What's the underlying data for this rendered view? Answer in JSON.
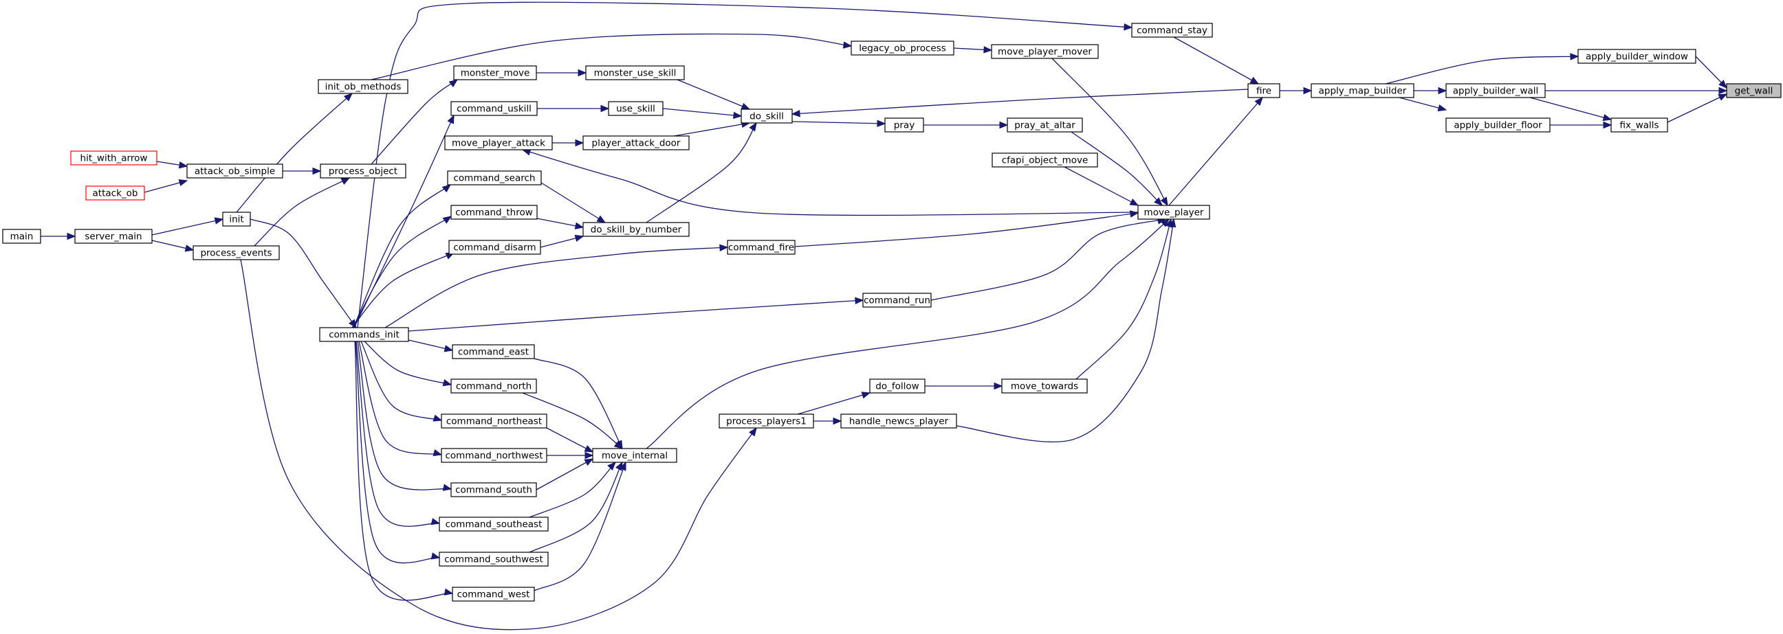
{
  "graph": {
    "direction": "right-to-left caller graph",
    "focus_function": "get_wall",
    "colors": {
      "edge": "#191970",
      "node_border": "#000000",
      "incomplete_border": "#ff0000",
      "focus_fill": "#bfbfbf"
    },
    "nodes": [
      {
        "id": "get_wall",
        "label": "get_wall",
        "style": "focus"
      },
      {
        "id": "apply_builder_window",
        "label": "apply_builder_window"
      },
      {
        "id": "apply_builder_wall",
        "label": "apply_builder_wall"
      },
      {
        "id": "fix_walls",
        "label": "fix_walls"
      },
      {
        "id": "apply_builder_floor",
        "label": "apply_builder_floor"
      },
      {
        "id": "apply_map_builder",
        "label": "apply_map_builder"
      },
      {
        "id": "fire",
        "label": "fire"
      },
      {
        "id": "command_stay",
        "label": "command_stay"
      },
      {
        "id": "move_player",
        "label": "move_player"
      },
      {
        "id": "commands_init",
        "label": "commands_init"
      },
      {
        "id": "init",
        "label": "init"
      },
      {
        "id": "server_main",
        "label": "server_main"
      },
      {
        "id": "main",
        "label": "main"
      },
      {
        "id": "command_fire",
        "label": "command_fire"
      },
      {
        "id": "command_run",
        "label": "command_run"
      },
      {
        "id": "move_internal",
        "label": "move_internal"
      },
      {
        "id": "command_east",
        "label": "command_east"
      },
      {
        "id": "command_north",
        "label": "command_north"
      },
      {
        "id": "command_northeast",
        "label": "command_northeast"
      },
      {
        "id": "command_northwest",
        "label": "command_northwest"
      },
      {
        "id": "command_south",
        "label": "command_south"
      },
      {
        "id": "command_southeast",
        "label": "command_southeast"
      },
      {
        "id": "command_southwest",
        "label": "command_southwest"
      },
      {
        "id": "command_west",
        "label": "command_west"
      },
      {
        "id": "move_player_mover",
        "label": "move_player_mover"
      },
      {
        "id": "legacy_ob_process",
        "label": "legacy_ob_process"
      },
      {
        "id": "init_ob_methods",
        "label": "init_ob_methods"
      },
      {
        "id": "pray_at_altar",
        "label": "pray_at_altar"
      },
      {
        "id": "pray",
        "label": "pray"
      },
      {
        "id": "do_skill",
        "label": "do_skill"
      },
      {
        "id": "monster_use_skill",
        "label": "monster_use_skill"
      },
      {
        "id": "monster_move",
        "label": "monster_move"
      },
      {
        "id": "process_object",
        "label": "process_object"
      },
      {
        "id": "attack_ob_simple",
        "label": "attack_ob_simple"
      },
      {
        "id": "hit_with_arrow",
        "label": "hit_with_arrow",
        "style": "incomplete"
      },
      {
        "id": "attack_ob",
        "label": "attack_ob",
        "style": "incomplete"
      },
      {
        "id": "process_events",
        "label": "process_events"
      },
      {
        "id": "use_skill",
        "label": "use_skill"
      },
      {
        "id": "command_uskill",
        "label": "command_uskill"
      },
      {
        "id": "player_attack_door",
        "label": "player_attack_door"
      },
      {
        "id": "move_player_attack",
        "label": "move_player_attack"
      },
      {
        "id": "do_skill_by_number",
        "label": "do_skill_by_number"
      },
      {
        "id": "command_search",
        "label": "command_search"
      },
      {
        "id": "command_throw",
        "label": "command_throw"
      },
      {
        "id": "command_disarm",
        "label": "command_disarm"
      },
      {
        "id": "cfapi_object_move",
        "label": "cfapi_object_move"
      },
      {
        "id": "move_towards",
        "label": "move_towards"
      },
      {
        "id": "do_follow",
        "label": "do_follow"
      },
      {
        "id": "process_players1",
        "label": "process_players1"
      },
      {
        "id": "handle_newcs_player",
        "label": "handle_newcs_player"
      }
    ],
    "edges": [
      [
        "apply_builder_window",
        "get_wall"
      ],
      [
        "apply_builder_wall",
        "get_wall"
      ],
      [
        "fix_walls",
        "get_wall"
      ],
      [
        "apply_map_builder",
        "apply_builder_window"
      ],
      [
        "apply_map_builder",
        "apply_builder_wall"
      ],
      [
        "apply_map_builder",
        "apply_builder_floor"
      ],
      [
        "apply_builder_wall",
        "fix_walls"
      ],
      [
        "apply_builder_floor",
        "fix_walls"
      ],
      [
        "fire",
        "apply_map_builder"
      ],
      [
        "command_stay",
        "fire"
      ],
      [
        "move_player",
        "fire"
      ],
      [
        "commands_init",
        "command_stay"
      ],
      [
        "init",
        "commands_init"
      ],
      [
        "server_main",
        "init"
      ],
      [
        "main",
        "server_main"
      ],
      [
        "command_fire",
        "move_player"
      ],
      [
        "command_run",
        "move_player"
      ],
      [
        "move_internal",
        "move_player"
      ],
      [
        "move_player_mover",
        "move_player"
      ],
      [
        "pray_at_altar",
        "move_player"
      ],
      [
        "cfapi_object_move",
        "move_player"
      ],
      [
        "move_towards",
        "move_player"
      ],
      [
        "handle_newcs_player",
        "move_player"
      ],
      [
        "commands_init",
        "command_fire"
      ],
      [
        "commands_init",
        "command_run"
      ],
      [
        "command_east",
        "move_internal"
      ],
      [
        "command_north",
        "move_internal"
      ],
      [
        "command_northeast",
        "move_internal"
      ],
      [
        "command_northwest",
        "move_internal"
      ],
      [
        "command_south",
        "move_internal"
      ],
      [
        "command_southeast",
        "move_internal"
      ],
      [
        "command_southwest",
        "move_internal"
      ],
      [
        "command_west",
        "move_internal"
      ],
      [
        "commands_init",
        "command_east"
      ],
      [
        "commands_init",
        "command_north"
      ],
      [
        "commands_init",
        "command_northeast"
      ],
      [
        "commands_init",
        "command_northwest"
      ],
      [
        "commands_init",
        "command_south"
      ],
      [
        "commands_init",
        "command_southeast"
      ],
      [
        "commands_init",
        "command_southwest"
      ],
      [
        "commands_init",
        "command_west"
      ],
      [
        "legacy_ob_process",
        "move_player_mover"
      ],
      [
        "init_ob_methods",
        "legacy_ob_process"
      ],
      [
        "init",
        "init_ob_methods"
      ],
      [
        "pray",
        "pray_at_altar"
      ],
      [
        "do_skill",
        "pray"
      ],
      [
        "fire",
        "do_skill"
      ],
      [
        "monster_use_skill",
        "do_skill"
      ],
      [
        "use_skill",
        "do_skill"
      ],
      [
        "player_attack_door",
        "do_skill"
      ],
      [
        "do_skill_by_number",
        "do_skill"
      ],
      [
        "monster_move",
        "monster_use_skill"
      ],
      [
        "process_object",
        "monster_move"
      ],
      [
        "attack_ob_simple",
        "process_object"
      ],
      [
        "process_events",
        "process_object"
      ],
      [
        "hit_with_arrow",
        "attack_ob_simple"
      ],
      [
        "attack_ob",
        "attack_ob_simple"
      ],
      [
        "server_main",
        "process_events"
      ],
      [
        "command_uskill",
        "use_skill"
      ],
      [
        "commands_init",
        "command_uskill"
      ],
      [
        "move_player_attack",
        "player_attack_door"
      ],
      [
        "move_player",
        "move_player_attack"
      ],
      [
        "command_search",
        "do_skill_by_number"
      ],
      [
        "command_throw",
        "do_skill_by_number"
      ],
      [
        "command_disarm",
        "do_skill_by_number"
      ],
      [
        "commands_init",
        "command_search"
      ],
      [
        "commands_init",
        "command_throw"
      ],
      [
        "commands_init",
        "command_disarm"
      ],
      [
        "do_follow",
        "move_towards"
      ],
      [
        "process_players1",
        "do_follow"
      ],
      [
        "process_players1",
        "handle_newcs_player"
      ],
      [
        "process_events",
        "process_players1"
      ]
    ]
  }
}
